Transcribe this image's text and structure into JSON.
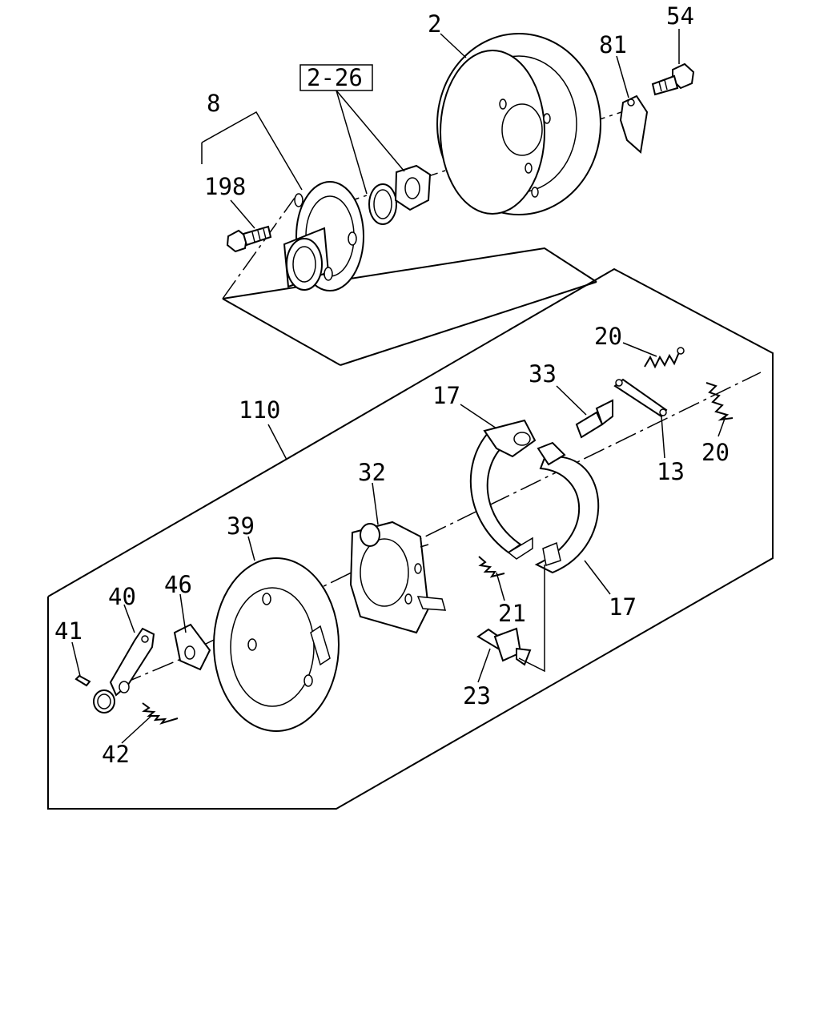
{
  "labels": {
    "p2": "2",
    "p54": "54",
    "p81": "81",
    "p2_26": "2-26",
    "p8": "8",
    "p198": "198",
    "p20a": "20",
    "p33": "33",
    "p17a": "17",
    "p110": "110",
    "p20b": "20",
    "p13": "13",
    "p32": "32",
    "p39": "39",
    "p46": "46",
    "p40": "40",
    "p41": "41",
    "p21": "21",
    "p17b": "17",
    "p23": "23",
    "p42": "42"
  }
}
